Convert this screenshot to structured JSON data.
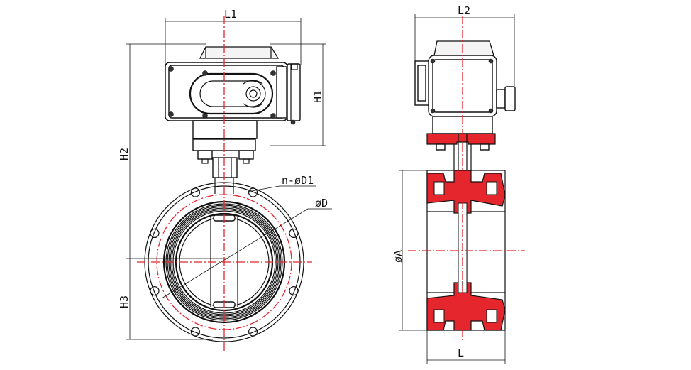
{
  "labels": {
    "l1": "L1",
    "l2": "L2",
    "h1": "H1",
    "h2": "H2",
    "h3": "H3",
    "d1": "n-øD1",
    "d": "øD",
    "a": "øA",
    "l": "L"
  },
  "colors": {
    "centerline": "#e3262f",
    "section_fill": "#e5262c",
    "line": "#111111"
  }
}
